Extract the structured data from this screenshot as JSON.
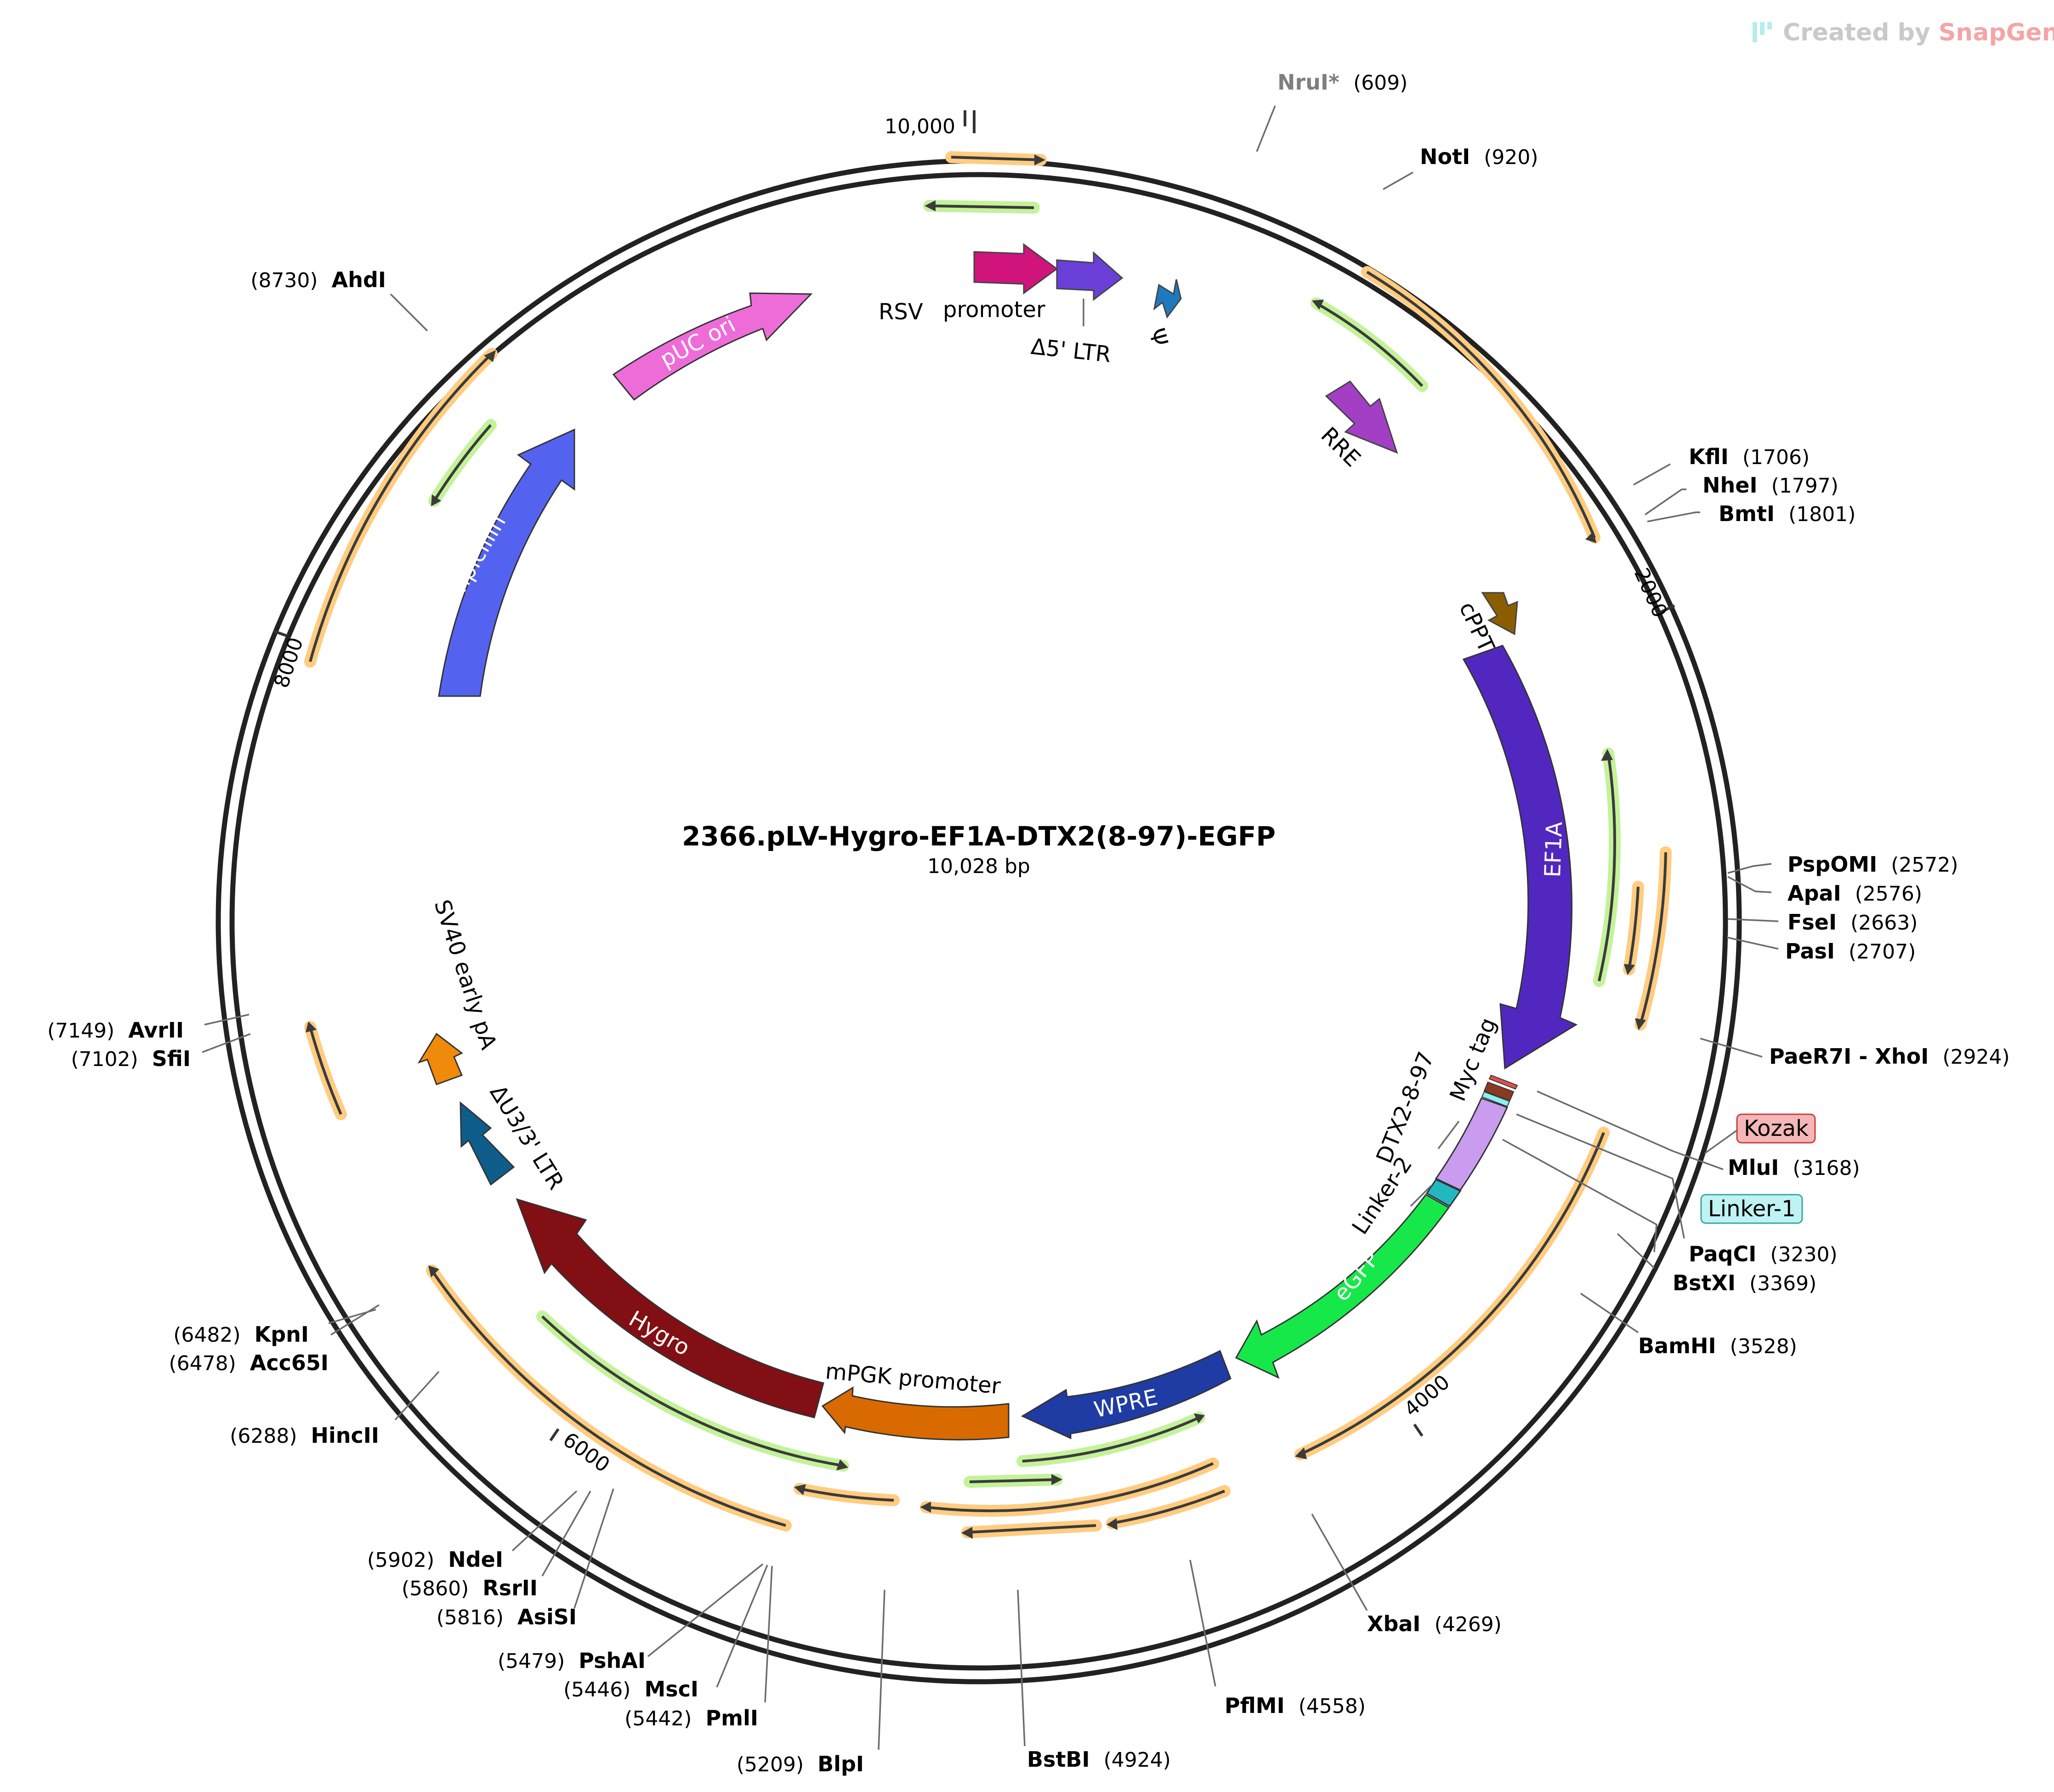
{
  "watermark": {
    "prefix": "Created by ",
    "brand": "SnapGene",
    "prefix_color": "#c9c9c9",
    "brand_color": "#f3a6a6"
  },
  "title": "2366.pLV-Hygro-EF1A-DTX2(8-97)-EGFP",
  "size_label": "10,028 bp",
  "total_bp": 10028,
  "ticks": [
    {
      "bp": 10000,
      "label": "10,000"
    },
    {
      "bp": 2000,
      "label": "2000"
    },
    {
      "bp": 4000,
      "label": "4000"
    },
    {
      "bp": 6000,
      "label": "6000"
    },
    {
      "bp": 8000,
      "label": "8000"
    }
  ],
  "sites": [
    {
      "name": "NruI*",
      "pos": "(609)",
      "side": "right",
      "gray": true
    },
    {
      "name": "NotI",
      "pos": "(920)",
      "side": "right"
    },
    {
      "name": "KflI",
      "pos": "(1706)",
      "side": "right"
    },
    {
      "name": "NheI",
      "pos": "(1797)",
      "side": "right"
    },
    {
      "name": "BmtI",
      "pos": "(1801)",
      "side": "right"
    },
    {
      "name": "PspOMI",
      "pos": "(2572)",
      "side": "right"
    },
    {
      "name": "ApaI",
      "pos": "(2576)",
      "side": "right"
    },
    {
      "name": "FseI",
      "pos": "(2663)",
      "side": "right"
    },
    {
      "name": "PasI",
      "pos": "(2707)",
      "side": "right"
    },
    {
      "name": "PaeR7I - XhoI",
      "pos": "(2924)",
      "side": "right"
    },
    {
      "name": "MluI",
      "pos": "(3168)",
      "side": "right"
    },
    {
      "name": "PaqCI",
      "pos": "(3230)",
      "side": "right"
    },
    {
      "name": "BstXI",
      "pos": "(3369)",
      "side": "right"
    },
    {
      "name": "BamHI",
      "pos": "(3528)",
      "side": "right"
    },
    {
      "name": "XbaI",
      "pos": "(4269)",
      "side": "right"
    },
    {
      "name": "PflMI",
      "pos": "(4558)",
      "side": "right"
    },
    {
      "name": "BstBI",
      "pos": "(4924)",
      "side": "right"
    },
    {
      "name": "BlpI",
      "pos": "(5209)",
      "side": "left"
    },
    {
      "name": "PmlI",
      "pos": "(5442)",
      "side": "left"
    },
    {
      "name": "MscI",
      "pos": "(5446)",
      "side": "left"
    },
    {
      "name": "PshAI",
      "pos": "(5479)",
      "side": "left"
    },
    {
      "name": "AsiSI",
      "pos": "(5816)",
      "side": "left"
    },
    {
      "name": "RsrII",
      "pos": "(5860)",
      "side": "left"
    },
    {
      "name": "NdeI",
      "pos": "(5902)",
      "side": "left"
    },
    {
      "name": "HincII",
      "pos": "(6288)",
      "side": "left"
    },
    {
      "name": "Acc65I",
      "pos": "(6478)",
      "side": "left"
    },
    {
      "name": "KpnI",
      "pos": "(6482)",
      "side": "left"
    },
    {
      "name": "SfiI",
      "pos": "(7102)",
      "side": "left"
    },
    {
      "name": "AvrII",
      "pos": "(7149)",
      "side": "left"
    },
    {
      "name": "AhdI",
      "pos": "(8730)",
      "side": "left"
    }
  ],
  "feature_boxes": [
    {
      "label": "Kozak",
      "fill": "#f4b6b6",
      "stroke": "#c94040"
    },
    {
      "label": "Linker-1",
      "fill": "#bff3f3",
      "stroke": "#3aa6a6"
    }
  ],
  "features": [
    {
      "name": "RSV",
      "color": "#d1137c"
    },
    {
      "name": "promoter",
      "color": "#d1137c"
    },
    {
      "name": "Δ5' LTR",
      "color": "#6a3fd8"
    },
    {
      "name": "Ψ",
      "color": "#1d7ac1"
    },
    {
      "name": "RRE",
      "color": "#a23fc4"
    },
    {
      "name": "cPPT",
      "color": "#8a5e00"
    },
    {
      "name": "EF1A",
      "color": "#5227c0"
    },
    {
      "name": "Myc tag",
      "color": "#8b3a1f"
    },
    {
      "name": "DTX2-8-97",
      "color": "#c99cf0"
    },
    {
      "name": "Linker-2",
      "color": "#23b8c1"
    },
    {
      "name": "eGFP",
      "color": "#17e84a"
    },
    {
      "name": "WPRE",
      "color": "#1f3ba4"
    },
    {
      "name": "mPGK promoter",
      "color": "#d96a00"
    },
    {
      "name": "Hygro",
      "color": "#820f14"
    },
    {
      "name": "ΔU3/3' LTR",
      "color": "#0f5d8a"
    },
    {
      "name": "SV40 early pA",
      "color": "#f08a0a"
    },
    {
      "name": "Ampicillin",
      "color": "#5463ef"
    },
    {
      "name": "pUC ori",
      "color": "#ee6cd8"
    }
  ]
}
